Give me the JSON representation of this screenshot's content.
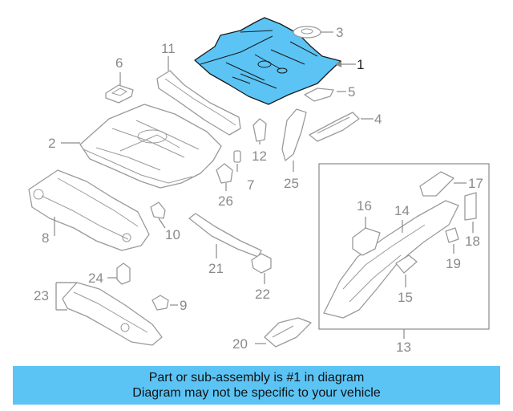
{
  "diagram": {
    "highlighted_part": "1",
    "highlight_color": "#5bc4f5",
    "callouts": [
      "1",
      "2",
      "3",
      "4",
      "5",
      "6",
      "7",
      "8",
      "9",
      "10",
      "11",
      "12",
      "13",
      "14",
      "15",
      "16",
      "17",
      "18",
      "19",
      "20",
      "21",
      "22",
      "23",
      "24",
      "25",
      "26"
    ]
  },
  "banner": {
    "line1": "Part or sub-assembly is #1 in diagram",
    "line2": "Diagram may not be specific to your vehicle",
    "background": "#5bc4f5"
  }
}
